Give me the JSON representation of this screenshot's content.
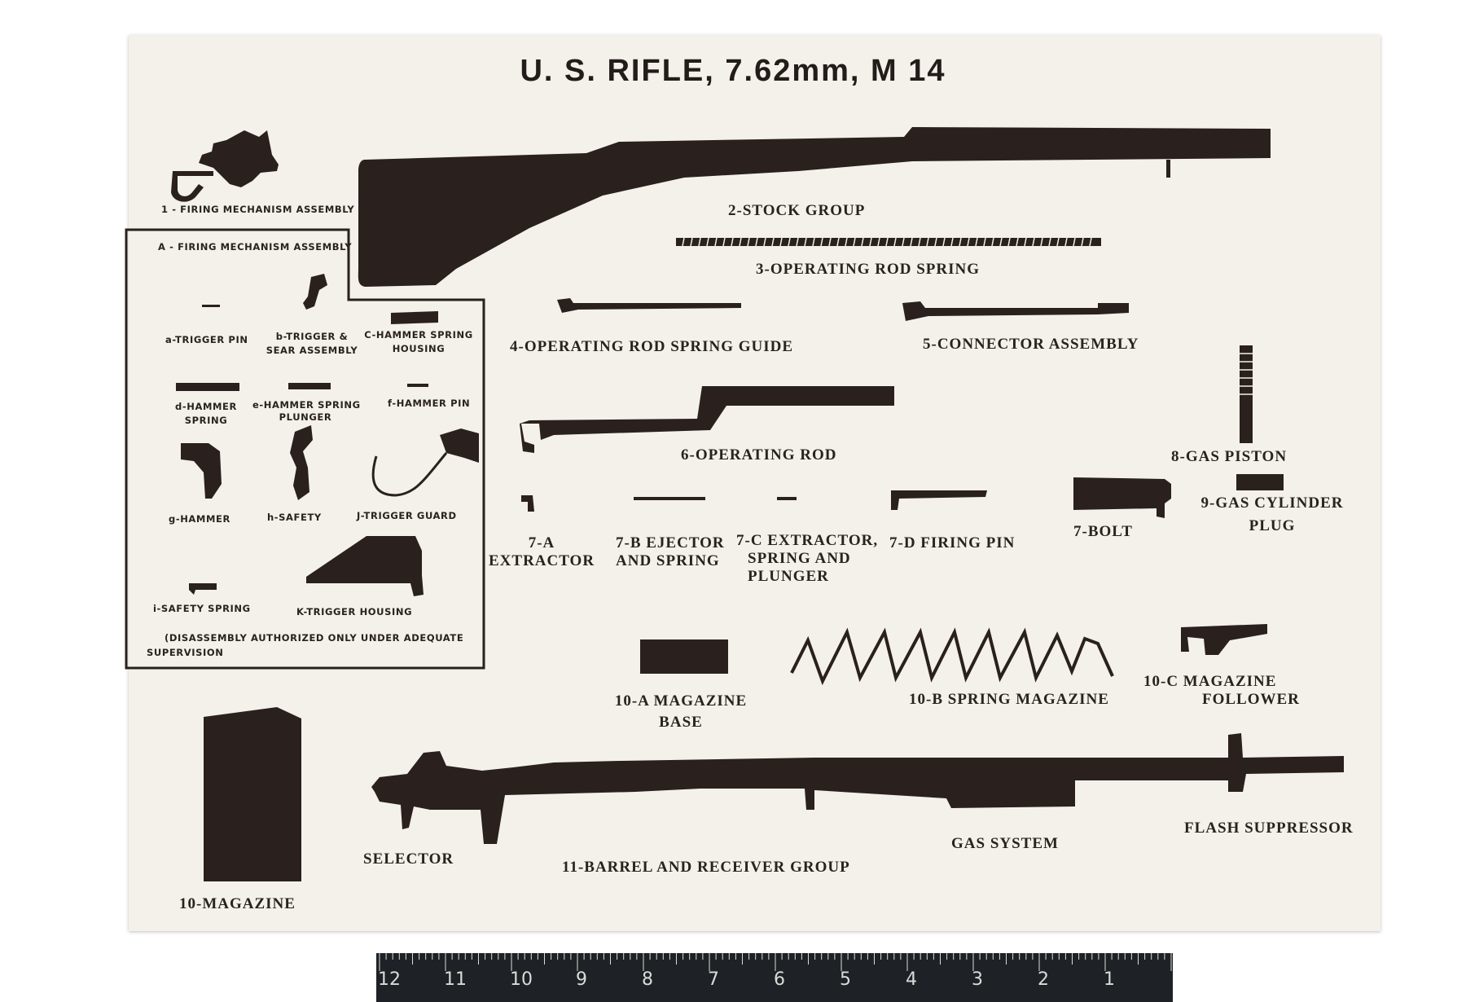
{
  "title": "U. S. RIFLE, 7.62mm, M 14",
  "colors": {
    "ink": "#2a201d",
    "paper": "#f3f1e9",
    "ruler": "#1e2226"
  },
  "labels": {
    "firing_mechanism_1": "1 - FIRING MECHANISM ASSEMBLY",
    "stock_group": "2-STOCK GROUP",
    "op_rod_spring": "3-OPERATING ROD SPRING",
    "op_rod_spring_guide": "4-OPERATING ROD SPRING GUIDE",
    "connector_assembly": "5-CONNECTOR ASSEMBLY",
    "operating_rod": "6-OPERATING ROD",
    "extractor_num": "7-A",
    "extractor": "EXTRACTOR",
    "ejector_1": "7-B EJECTOR",
    "ejector_2": "AND SPRING",
    "extractor_spring_1": "7-C EXTRACTOR,",
    "extractor_spring_2": "SPRING AND",
    "extractor_spring_3": "PLUNGER",
    "firing_pin": "7-D FIRING PIN",
    "bolt": "7-BOLT",
    "gas_piston": "8-GAS PISTON",
    "gas_cyl_1": "9-GAS CYLINDER",
    "gas_cyl_2": "PLUG",
    "mag_base_1": "10-A MAGAZINE",
    "mag_base_2": "BASE",
    "spring_magazine": "10-B SPRING MAGAZINE",
    "follower_1": "10-C MAGAZINE",
    "follower_2": "FOLLOWER",
    "magazine": "10-MAGAZINE",
    "selector": "SELECTOR",
    "barrel_receiver": "11-BARREL AND RECEIVER GROUP",
    "gas_system": "GAS SYSTEM",
    "flash_suppressor": "FLASH SUPPRESSOR"
  },
  "inset": {
    "title": "A - FIRING MECHANISM ASSEMBLY",
    "a": "a-TRIGGER PIN",
    "b1": "b-TRIGGER &",
    "b2": "SEAR ASSEMBLY",
    "c1": "C-HAMMER SPRING",
    "c2": "HOUSING",
    "d1": "d-HAMMER",
    "d2": "SPRING",
    "e1": "e-HAMMER SPRING",
    "e2": "PLUNGER",
    "f": "f-HAMMER PIN",
    "g": "g-HAMMER",
    "h": "h-SAFETY",
    "j": "J-TRIGGER GUARD",
    "i": "i-SAFETY SPRING",
    "k": "K-TRIGGER HOUSING",
    "note1": "(DISASSEMBLY AUTHORIZED ONLY UNDER ADEQUATE",
    "note2": "SUPERVISION"
  },
  "ruler": {
    "numbers": [
      "12",
      "11",
      "10",
      "9",
      "8",
      "7",
      "6",
      "5",
      "4",
      "3",
      "2",
      "1"
    ]
  }
}
